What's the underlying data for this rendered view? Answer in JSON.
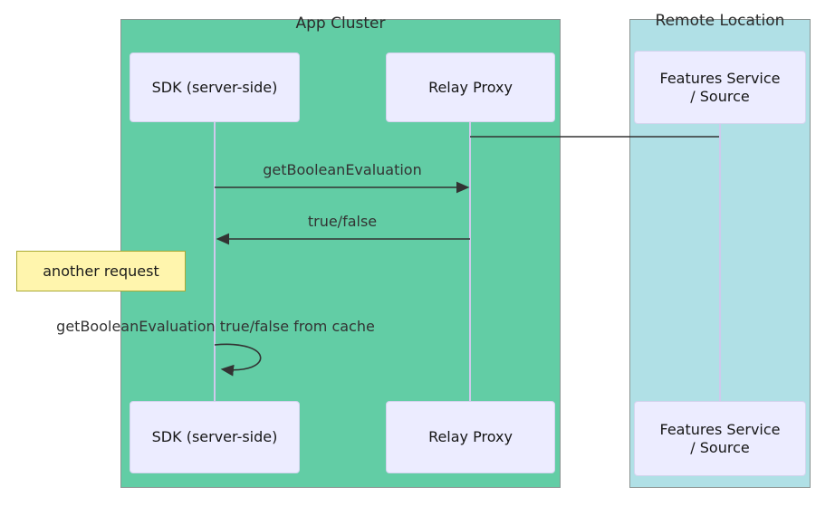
{
  "groups": {
    "app_cluster": {
      "title": "App Cluster"
    },
    "remote_location": {
      "title": "Remote Location"
    }
  },
  "actors": {
    "sdk": {
      "label": "SDK (server-side)"
    },
    "relay": {
      "label": "Relay Proxy"
    },
    "features": {
      "label": "Features Service / Source",
      "line1": "Features Service",
      "line2": "/ Source"
    }
  },
  "messages": {
    "get_boolean_evaluation": {
      "label": "getBooleanEvaluation",
      "from": "SDK (server-side)",
      "to": "Relay Proxy"
    },
    "true_false": {
      "label": "true/false",
      "from": "Relay Proxy",
      "to": "SDK (server-side)"
    },
    "cache_self_call": {
      "label": "getBooleanEvaluation true/false from cache",
      "from": "SDK (server-side)",
      "to": "SDK (server-side)"
    },
    "relay_to_source_link": {
      "label": ""
    }
  },
  "note": {
    "text": "another request"
  },
  "colors": {
    "app_cluster_fill": "#62CDA5",
    "remote_location_fill": "#B0E0E6",
    "group_border": "#8c9492",
    "actor_fill": "#ECECFF",
    "actor_border": "#d4d4ee",
    "lifeline": "#CFC9EC",
    "note_fill": "#FFF5AD",
    "note_border": "#AAAA33",
    "arrow": "#333333"
  }
}
